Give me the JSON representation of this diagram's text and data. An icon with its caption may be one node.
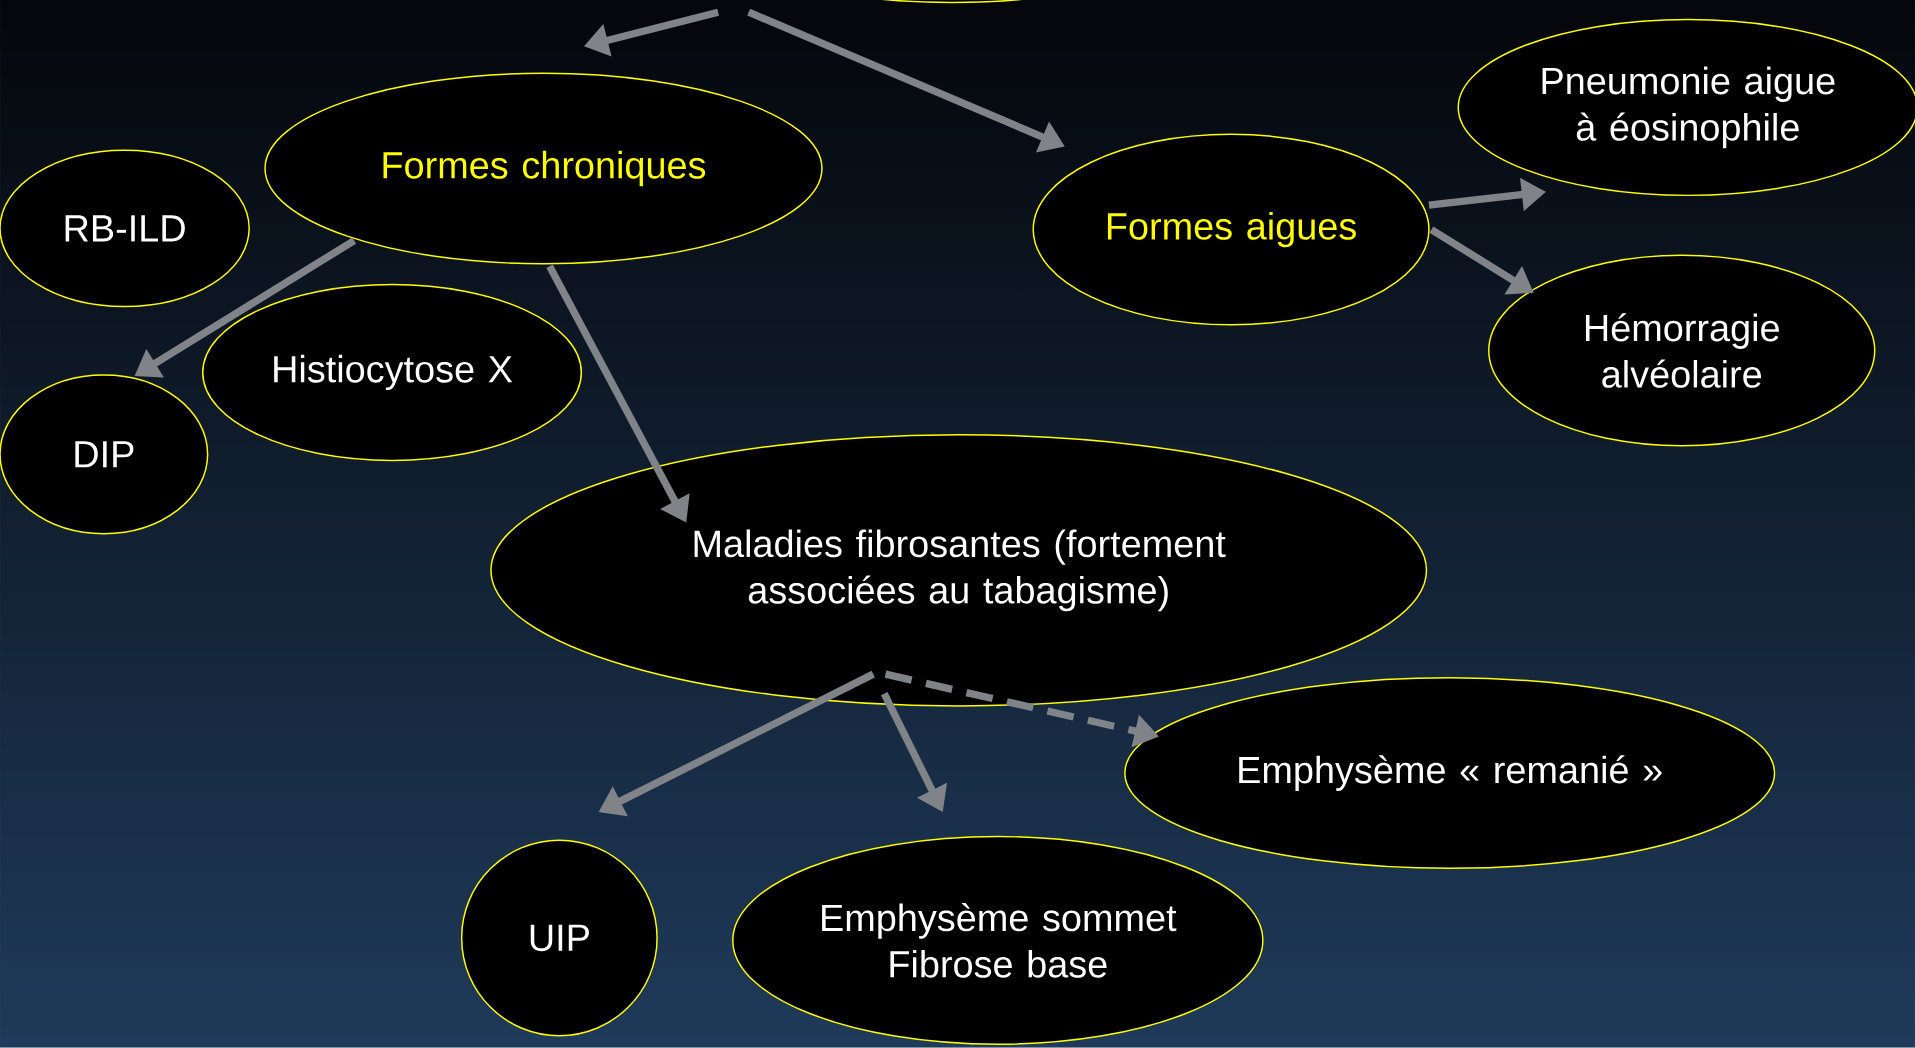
{
  "diagram": {
    "nodes": [
      {
        "text": [],
        "shape": "ellipse"
      },
      {
        "text": [
          "Formes chroniques"
        ]
      },
      {
        "text": [
          "Formes aigues"
        ]
      },
      {
        "text": [
          "Pneumonie aigue à éosinophile"
        ]
      },
      {
        "text": [
          "RB-ILD"
        ]
      },
      {
        "text": [
          "Histiocytose X"
        ]
      },
      {
        "text": [
          "Hémorragie alvéolaire"
        ]
      },
      {
        "text": [
          "DIP"
        ]
      },
      {
        "text": [
          "Maladies fibrosantes (fortement associées au tabagisme)"
        ]
      },
      {
        "text": [
          "Emphysème « remanié »"
        ]
      },
      {
        "text": [
          "UIP"
        ]
      },
      {
        "text": [
          "Emphysème sommet Fibrose base"
        ]
      }
    ],
    "edges": [
      {
        "from": 0,
        "to": 1,
        "arrow": "to"
      },
      {
        "from": 0,
        "to": 2,
        "arrow": "to"
      },
      {
        "from": 1,
        "to": 7,
        "arrow": "to"
      },
      {
        "from": 1,
        "to": 8,
        "arrow": "to"
      },
      {
        "from": 2,
        "to": 3,
        "arrow": "to"
      },
      {
        "from": 2,
        "to": 6,
        "arrow": "to"
      },
      {
        "from": 8,
        "to": 10,
        "arrow": "to"
      },
      {
        "from": 8,
        "to": 11,
        "arrow": "to"
      },
      {
        "from": 8,
        "to": 9,
        "arrow": "to",
        "style": "dashed"
      }
    ]
  }
}
